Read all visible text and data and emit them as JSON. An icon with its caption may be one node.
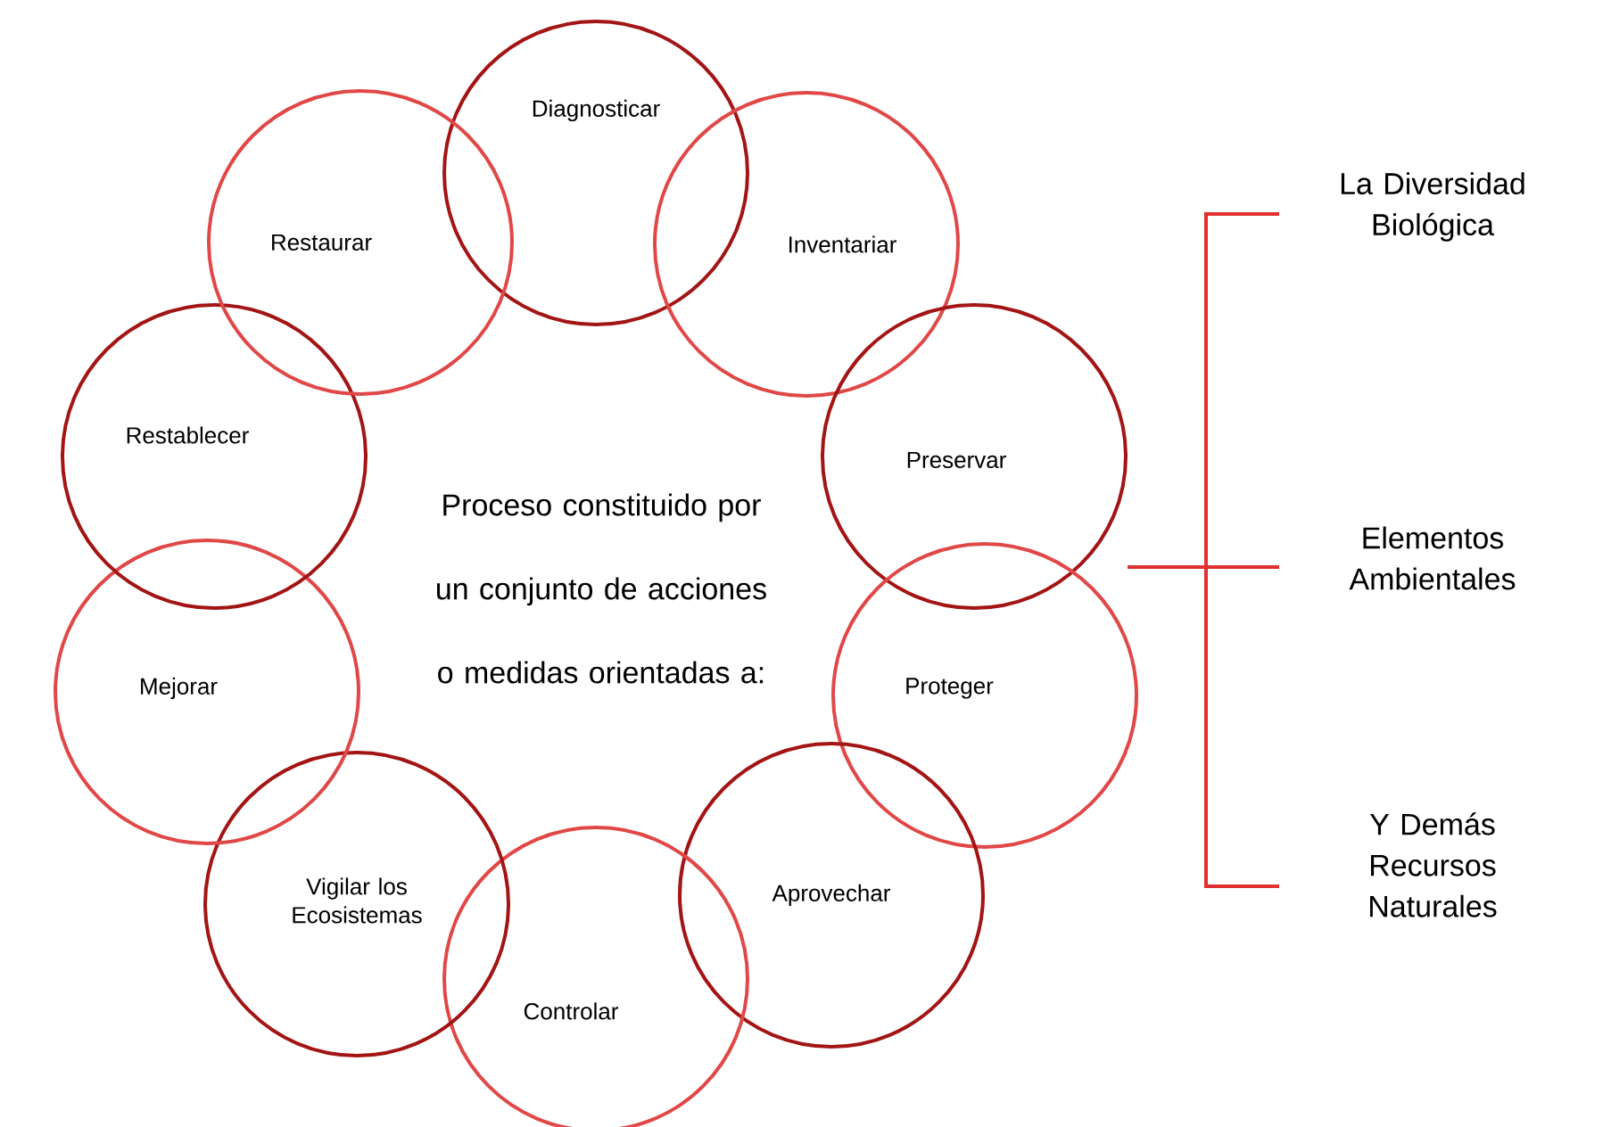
{
  "diagram": {
    "nodes": [
      {
        "text": [
          "Diagnosticar"
        ]
      },
      {
        "text": [
          "Inventariar"
        ]
      },
      {
        "text": [
          "Preservar"
        ]
      },
      {
        "text": [
          "Proteger"
        ]
      },
      {
        "text": [
          "Aprovechar"
        ]
      },
      {
        "text": [
          "Controlar"
        ]
      },
      {
        "text": [
          "Vigilar los Ecosistemas"
        ]
      },
      {
        "text": [
          "Mejorar"
        ]
      },
      {
        "text": [
          "Restablecer"
        ]
      },
      {
        "text": [
          "Restaurar"
        ]
      }
    ],
    "labels": [
      "Proceso constituido por un conjunto de acciones o medidas orientadas a:",
      "La Diversidad Biológica",
      "Elementos Ambientales",
      "Y Demás Recursos Naturales"
    ]
  }
}
